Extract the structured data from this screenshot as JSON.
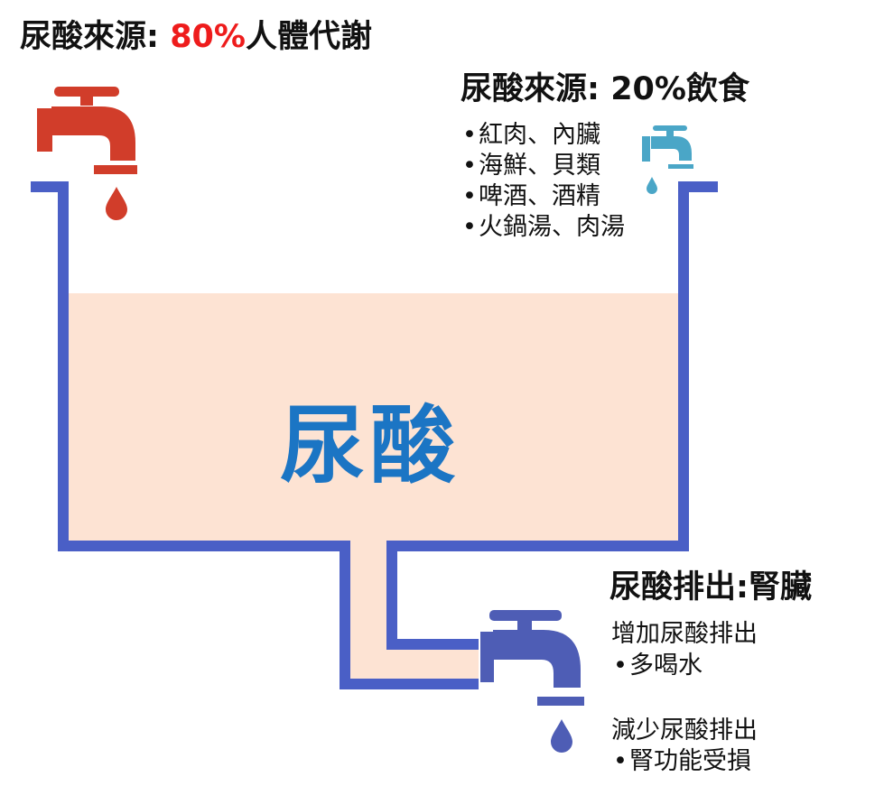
{
  "sources": {
    "metabolism": {
      "prefix": "尿酸來源",
      "sep": ": ",
      "percent": "80%",
      "rest": "人體代謝"
    },
    "diet": {
      "prefix": "尿酸來源",
      "sep": ": ",
      "text": "20%飲食",
      "items": [
        "紅肉、內臟",
        "海鮮、貝類",
        "啤酒、酒精",
        "火鍋湯、肉湯"
      ]
    }
  },
  "tank": {
    "label": "尿酸"
  },
  "excretion": {
    "title": "尿酸排出:腎臟",
    "increase": {
      "heading": "增加尿酸排出",
      "items": [
        "多喝水"
      ]
    },
    "decrease": {
      "heading": "減少尿酸排出",
      "items": [
        "腎功能受損"
      ]
    }
  },
  "bullet_char": "•",
  "colors": {
    "red_tap": "#d13d2a",
    "cyan_tap": "#4aa6c7",
    "blue_tap": "#4e5db5",
    "tank_outline": "#4a5fc6",
    "liquid": "#fde3d3",
    "label_blue": "#1b75c4",
    "highlight_red": "#ee1c1c"
  },
  "icons": [
    "faucet-red-icon",
    "faucet-cyan-icon",
    "faucet-blue-icon",
    "water-drop-icon"
  ]
}
